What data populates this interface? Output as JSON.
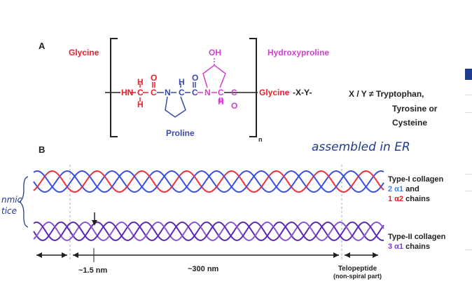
{
  "panel_a": {
    "label": "A",
    "glycine_label": "Glycine",
    "hydroxyproline_label": "Hydroxyproline",
    "proline_label": "Proline",
    "oh_label": "OH",
    "chain_suffix_glycine": "Glycine",
    "chain_suffix_xy": "-X-Y-",
    "subscript_n": "n",
    "restriction_line1": "X / Y ≠  Tryptophan,",
    "restriction_line2": "Tyrosine or",
    "restriction_line3": "Cysteine",
    "backbone": {
      "hn": "HN",
      "c1": "C",
      "h1": "H",
      "h2": "H",
      "c2": "C",
      "o1": "O",
      "n1": "N",
      "c3": "C",
      "h3": "H",
      "c4": "C",
      "o2": "O",
      "n2": "N",
      "c5": "C",
      "h4": "H",
      "c6": "C",
      "o3": "O"
    },
    "colors": {
      "glycine": "#e8202a",
      "proline": "#3a4aa8",
      "hydroxyproline": "#d23fd0",
      "bracket": "#222222"
    }
  },
  "panel_b": {
    "label": "B",
    "handwritten_note": "assembled in ER",
    "handwritten_side_line1": "nmic",
    "handwritten_side_line2": "tice",
    "type1_line1": "Type-I collagen",
    "type1_chain_count_a1": "2 α1",
    "type1_and": " and",
    "type1_chain_count_a2": "1 α2",
    "type1_chains": " chains",
    "type2_line1": "Type-II collagen",
    "type2_chain_count": "3 α1",
    "type2_chains": " chains",
    "dim_small": "~1.5 nm",
    "dim_large": "~300 nm",
    "telopeptide_line1": "Telopeptide",
    "telopeptide_line2": "(non-spiral part)",
    "colors": {
      "type1_blue": "#3a4fe0",
      "type1_red": "#e8323c",
      "type2_purple_dark": "#5a2bb0",
      "type2_purple_light": "#8a55d8"
    }
  }
}
